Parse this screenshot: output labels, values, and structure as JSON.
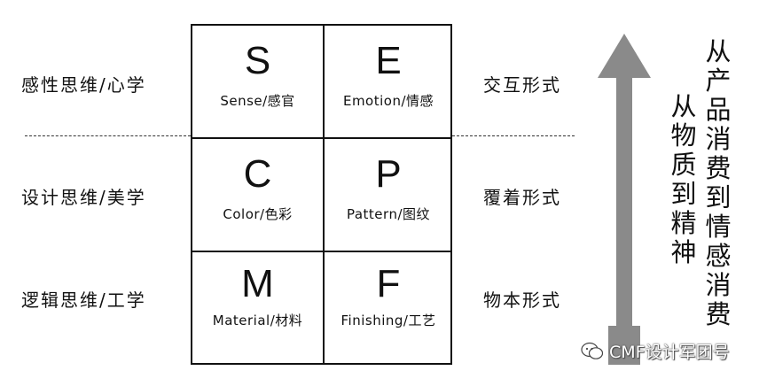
{
  "left_labels": [
    "感性思维/心学",
    "设计思维/美学",
    "逻辑思维/工学"
  ],
  "right_labels": [
    "交互形式",
    "覆着形式",
    "物本形式"
  ],
  "cells": [
    {
      "letter": "S",
      "caption": "Sense/感官"
    },
    {
      "letter": "E",
      "caption": "Emotion/情感"
    },
    {
      "letter": "C",
      "caption": "Color/色彩"
    },
    {
      "letter": "P",
      "caption": "Pattern/图纹"
    },
    {
      "letter": "M",
      "caption": "Material/材料"
    },
    {
      "letter": "F",
      "caption": "Finishing/工艺"
    }
  ],
  "arrow_text_right": "从产品消费到情感消费",
  "arrow_text_left": "从物质到精神",
  "watermark": "CMF设计军团号",
  "colors": {
    "arrow": "#8a8a8a",
    "line": "#111111"
  },
  "icons": {
    "watermark": "wechat-icon",
    "arrow": "up-arrow-icon"
  }
}
